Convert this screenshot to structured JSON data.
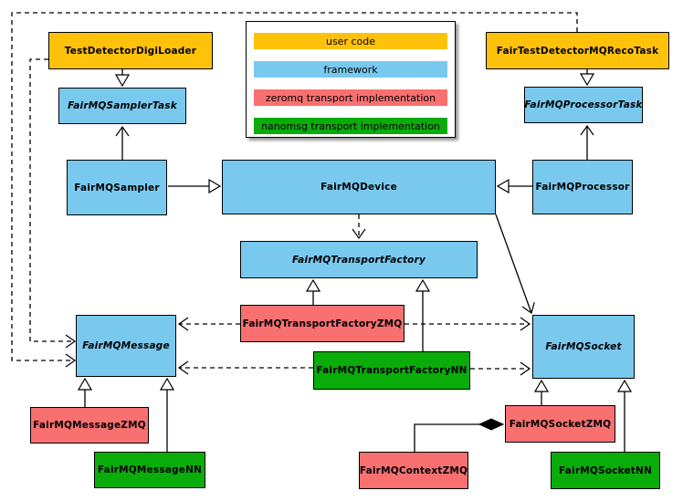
{
  "palette": {
    "user_code": "#FFC20A",
    "framework": "#79C9EF",
    "zeromq": "#F87070",
    "nanomsg": "#0AAC0A",
    "line": "#000000",
    "background": "#FFFFFF"
  },
  "legend": {
    "items": [
      {
        "label": "user code",
        "color": "#FFC20A"
      },
      {
        "label": "framework",
        "color": "#79C9EF"
      },
      {
        "label": "zeromq transport implementation",
        "color": "#F87070"
      },
      {
        "label": "nanomsg transport implementation",
        "color": "#0AAC0A"
      }
    ]
  },
  "nodes": {
    "testDetectorDigiLoader": {
      "label": "TestDetectorDigiLoader",
      "color": "#FFC20A",
      "abstract": false
    },
    "fairTestDetectorMQRecoTask": {
      "label": "FairTestDetectorMQRecoTask",
      "color": "#FFC20A",
      "abstract": false
    },
    "fairMQSamplerTask": {
      "label": "FairMQSamplerTask",
      "color": "#79C9EF",
      "abstract": true
    },
    "fairMQProcessorTask": {
      "label": "FairMQProcessorTask",
      "color": "#79C9EF",
      "abstract": true
    },
    "fairMQSampler": {
      "label": "FairMQSampler",
      "color": "#79C9EF",
      "abstract": false
    },
    "fairMQDevice": {
      "label": "FairMQDevice",
      "color": "#79C9EF",
      "abstract": false
    },
    "fairMQProcessor": {
      "label": "FairMQProcessor",
      "color": "#79C9EF",
      "abstract": false
    },
    "fairMQTransportFactory": {
      "label": "FairMQTransportFactory",
      "color": "#79C9EF",
      "abstract": true
    },
    "fairMQTransportFactoryZMQ": {
      "label": "FairMQTransportFactoryZMQ",
      "color": "#F87070",
      "abstract": false
    },
    "fairMQTransportFactoryNN": {
      "label": "FairMQTransportFactoryNN",
      "color": "#0AAC0A",
      "abstract": false
    },
    "fairMQMessage": {
      "label": "FairMQMessage",
      "color": "#79C9EF",
      "abstract": true
    },
    "fairMQSocket": {
      "label": "FairMQSocket",
      "color": "#79C9EF",
      "abstract": true
    },
    "fairMQMessageZMQ": {
      "label": "FairMQMessageZMQ",
      "color": "#F87070",
      "abstract": false
    },
    "fairMQMessageNN": {
      "label": "FairMQMessageNN",
      "color": "#0AAC0A",
      "abstract": false
    },
    "fairMQContextZMQ": {
      "label": "FairMQContextZMQ",
      "color": "#F87070",
      "abstract": false
    },
    "fairMQSocketZMQ": {
      "label": "FairMQSocketZMQ",
      "color": "#F87070",
      "abstract": false
    },
    "fairMQSocketNN": {
      "label": "FairMQSocketNN",
      "color": "#0AAC0A",
      "abstract": false
    }
  },
  "edges": [
    {
      "from": "TestDetectorDigiLoader",
      "to": "FairMQSamplerTask",
      "type": "inheritance"
    },
    {
      "from": "FairTestDetectorMQRecoTask",
      "to": "FairMQProcessorTask",
      "type": "inheritance"
    },
    {
      "from": "FairMQSampler",
      "to": "FairMQDevice",
      "type": "inheritance"
    },
    {
      "from": "FairMQProcessor",
      "to": "FairMQDevice",
      "type": "inheritance"
    },
    {
      "from": "FairMQSampler",
      "to": "FairMQSamplerTask",
      "type": "association"
    },
    {
      "from": "FairMQProcessor",
      "to": "FairMQProcessorTask",
      "type": "association"
    },
    {
      "from": "FairMQDevice",
      "to": "FairMQTransportFactory",
      "type": "dependency"
    },
    {
      "from": "FairMQDevice",
      "to": "FairMQSocket",
      "type": "association"
    },
    {
      "from": "FairMQTransportFactoryZMQ",
      "to": "FairMQTransportFactory",
      "type": "inheritance"
    },
    {
      "from": "FairMQTransportFactoryNN",
      "to": "FairMQTransportFactory",
      "type": "inheritance"
    },
    {
      "from": "FairMQTransportFactoryZMQ",
      "to": "FairMQMessage",
      "type": "dependency"
    },
    {
      "from": "FairMQTransportFactoryZMQ",
      "to": "FairMQSocket",
      "type": "dependency"
    },
    {
      "from": "FairMQTransportFactoryNN",
      "to": "FairMQMessage",
      "type": "dependency"
    },
    {
      "from": "FairMQTransportFactoryNN",
      "to": "FairMQSocket",
      "type": "dependency"
    },
    {
      "from": "TestDetectorDigiLoader",
      "to": "FairMQMessage",
      "type": "dependency"
    },
    {
      "from": "FairTestDetectorMQRecoTask",
      "to": "FairMQMessage",
      "type": "dependency"
    },
    {
      "from": "FairMQMessageZMQ",
      "to": "FairMQMessage",
      "type": "inheritance"
    },
    {
      "from": "FairMQMessageNN",
      "to": "FairMQMessage",
      "type": "inheritance"
    },
    {
      "from": "FairMQSocketZMQ",
      "to": "FairMQSocket",
      "type": "inheritance"
    },
    {
      "from": "FairMQSocketNN",
      "to": "FairMQSocket",
      "type": "inheritance"
    },
    {
      "from": "FairMQContextZMQ",
      "to": "FairMQSocketZMQ",
      "type": "composition"
    }
  ]
}
